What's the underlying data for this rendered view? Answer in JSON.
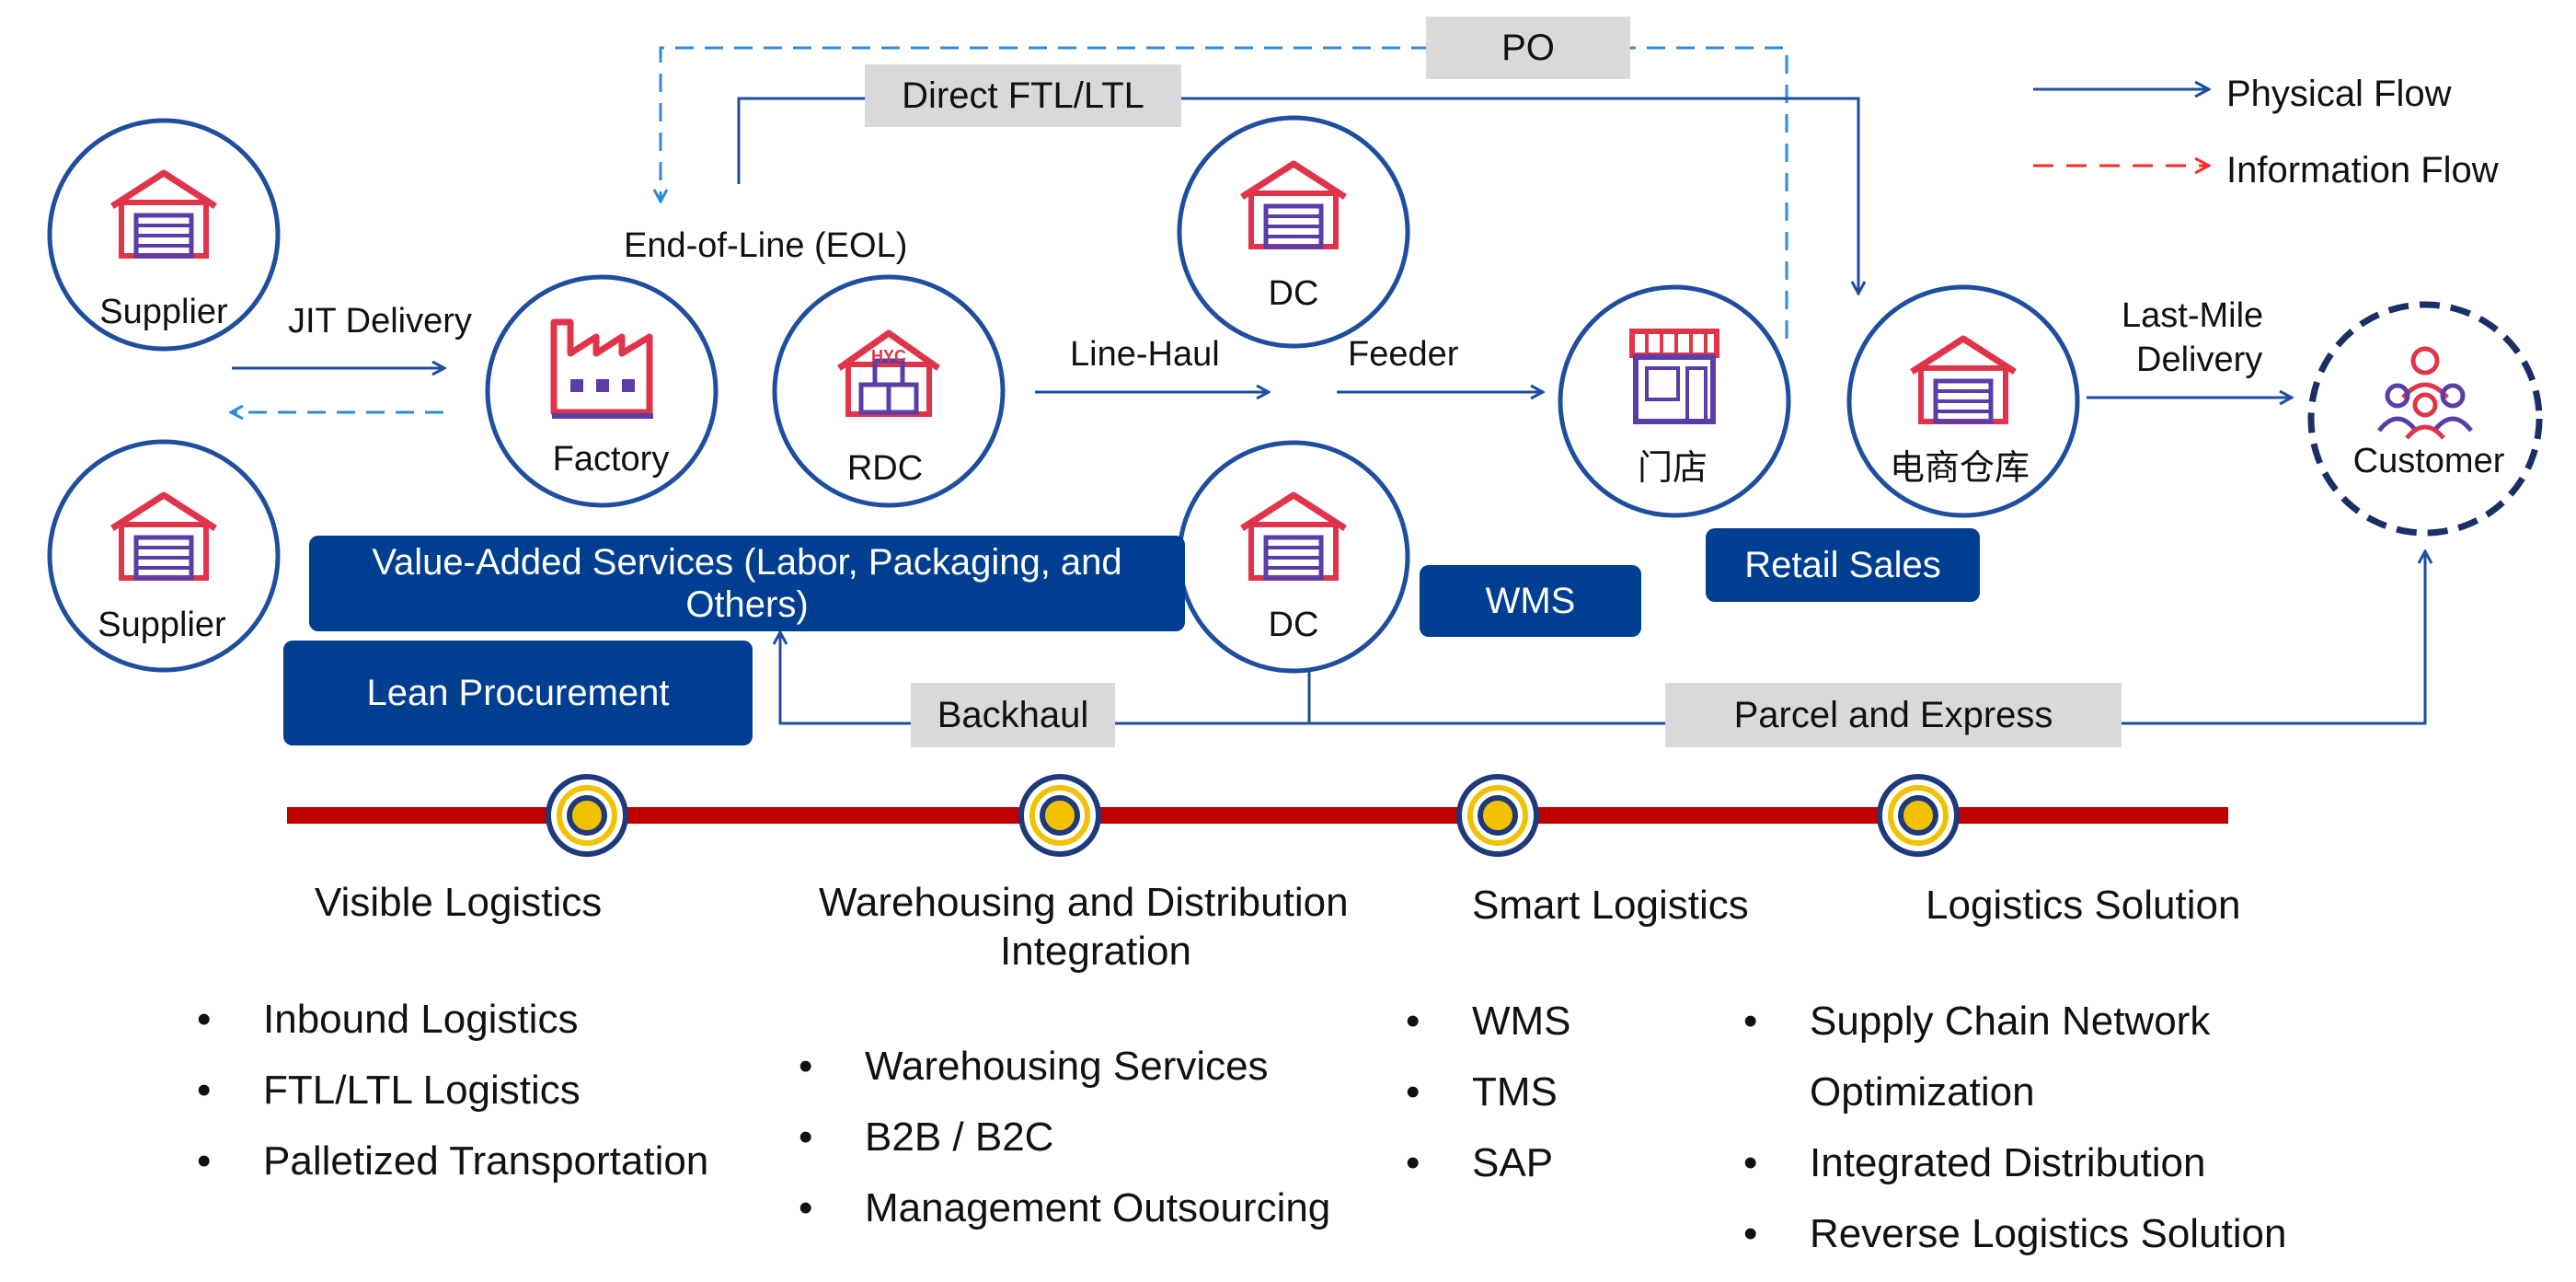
{
  "legend": {
    "physical_flow": "Physical Flow",
    "information_flow": "Information Flow"
  },
  "colors": {
    "physical_flow": "#1f4e9e",
    "information_flow_legend": "#ff2b2b",
    "information_flow_line": "#2f8bd8",
    "dark_blue_box": "#003e92",
    "gray_box": "#d9d9d9",
    "timeline": "#c00000",
    "milestone_ring": "#1f3a7a",
    "milestone_core": "#f2c200",
    "icon_red": "#e0344a",
    "icon_purple": "#5a3ea8"
  },
  "nodes": {
    "supplier_top": "Supplier",
    "supplier_bottom": "Supplier",
    "factory": "Factory",
    "rdc": "RDC",
    "dc_top": "DC",
    "dc_bottom": "DC",
    "store": "门店",
    "ecommerce_warehouse": "电商仓库",
    "customer": "Customer",
    "rdc_badge": "HYC"
  },
  "flow_labels": {
    "po": "PO",
    "direct_ftl_ltl": "Direct FTL/LTL",
    "end_of_line": "End-of-Line (EOL)",
    "jit_delivery": "JIT Delivery",
    "line_haul": "Line-Haul",
    "feeder": "Feeder",
    "last_mile_line1": "Last-Mile",
    "last_mile_line2": "Delivery",
    "backhaul": "Backhaul",
    "parcel_express": "Parcel and Express"
  },
  "service_boxes": {
    "value_added_line1": "Value-Added Services (Labor, Packaging, and",
    "value_added_line2": "Others)",
    "lean_procurement": "Lean Procurement",
    "wms": "WMS",
    "retail_sales": "Retail Sales"
  },
  "categories": [
    {
      "title_line1": "Visible Logistics",
      "title_line2": "",
      "items": [
        "Inbound Logistics",
        "FTL/LTL Logistics",
        "Palletized Transportation"
      ]
    },
    {
      "title_line1": "Warehousing and Distribution",
      "title_line2": "Integration",
      "items": [
        "Warehousing Services",
        "B2B / B2C",
        "Management Outsourcing"
      ]
    },
    {
      "title_line1": "Smart Logistics",
      "title_line2": "",
      "items": [
        "WMS",
        "TMS",
        "SAP"
      ]
    },
    {
      "title_line1": "Logistics Solution",
      "title_line2": "",
      "items": [
        "Supply Chain Network",
        "Optimization",
        "Integrated Distribution",
        "Reverse Logistics Solution"
      ]
    }
  ],
  "bullet_char": "•"
}
